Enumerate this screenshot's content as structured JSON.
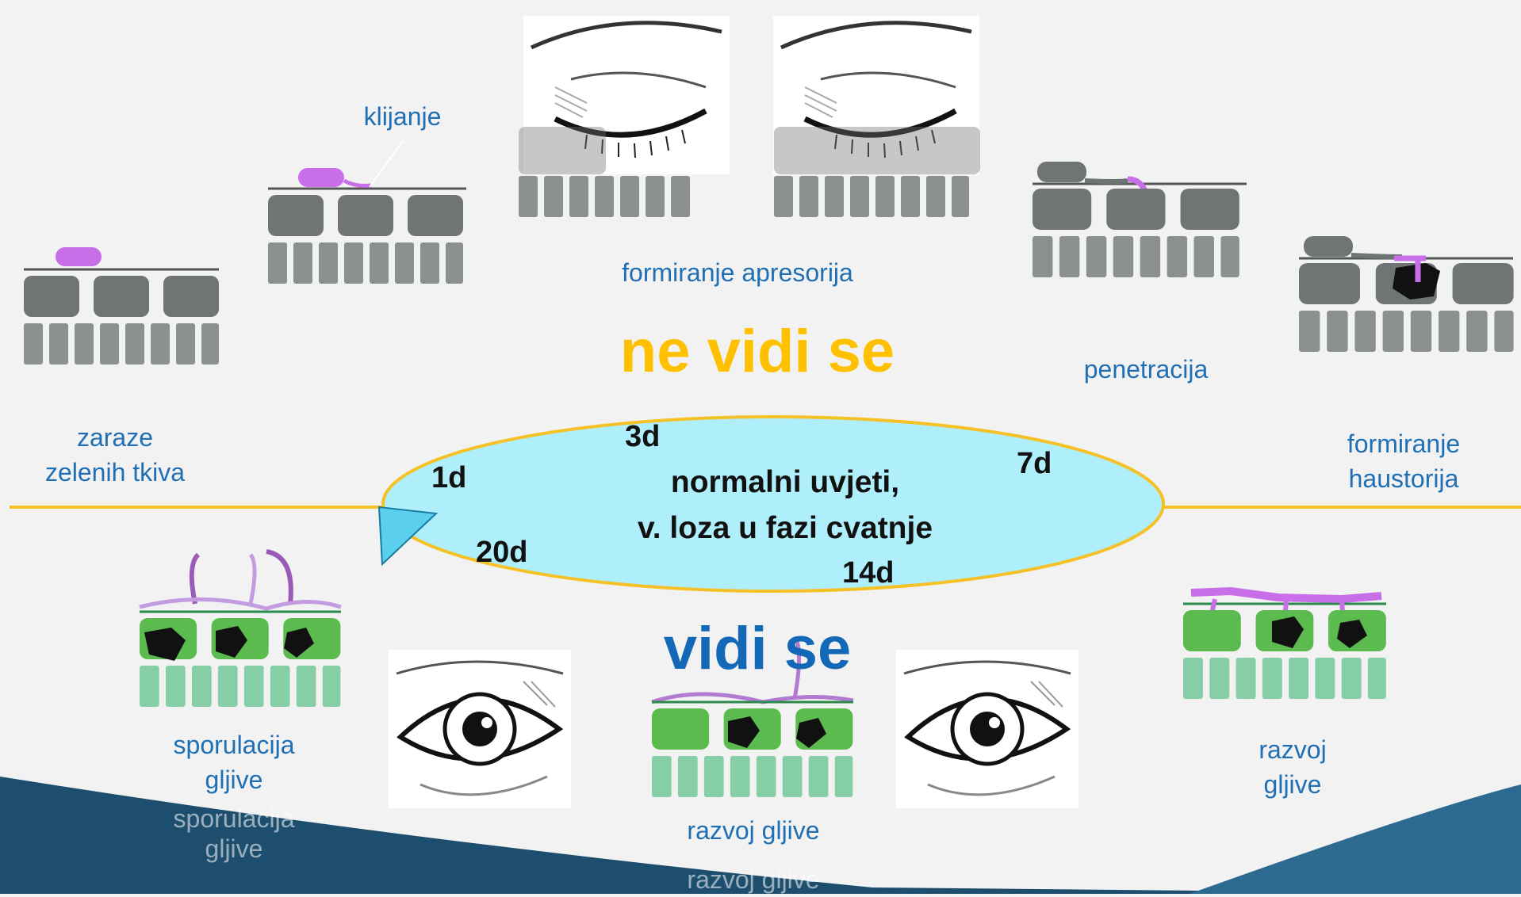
{
  "colors": {
    "background": "#f2f2f2",
    "label_blue": "#1f6fb5",
    "accent_orange": "#ffc000",
    "ellipse_fill": "#aeeffb",
    "ellipse_stroke": "#f5c127",
    "fungus_violet": "#c86ee8",
    "healthy_green": "#5cb85c",
    "cell_grey": "#7a7f7e",
    "bottom_band": "#1d4e6e"
  },
  "icons": [
    "closed-eye-icon",
    "open-eye-icon",
    "leaf-cells-icon",
    "arrow-head-icon"
  ],
  "stages": {
    "s1": "zaraze\nzelenih tkiva",
    "s2": "klijanje",
    "s3": "formiranje apresorija",
    "s4": "penetracija",
    "s5": "formiranje\nhaustorija",
    "s6": "razvoj\ngljive",
    "s7": "razvoj gljive",
    "s7_ghost": "razvoj gljive",
    "s8": "sporulacija\ngljive",
    "s8_ghost": "sporulacija\ngljive"
  },
  "visibility": {
    "not_visible": "ne vidi se",
    "visible": "vidi se"
  },
  "center": {
    "line1": "normalni uvjeti,",
    "line2": "v. loza u fazi cvatnje"
  },
  "days": {
    "d1": "1d",
    "d3": "3d",
    "d7": "7d",
    "d14": "14d",
    "d20": "20d"
  }
}
